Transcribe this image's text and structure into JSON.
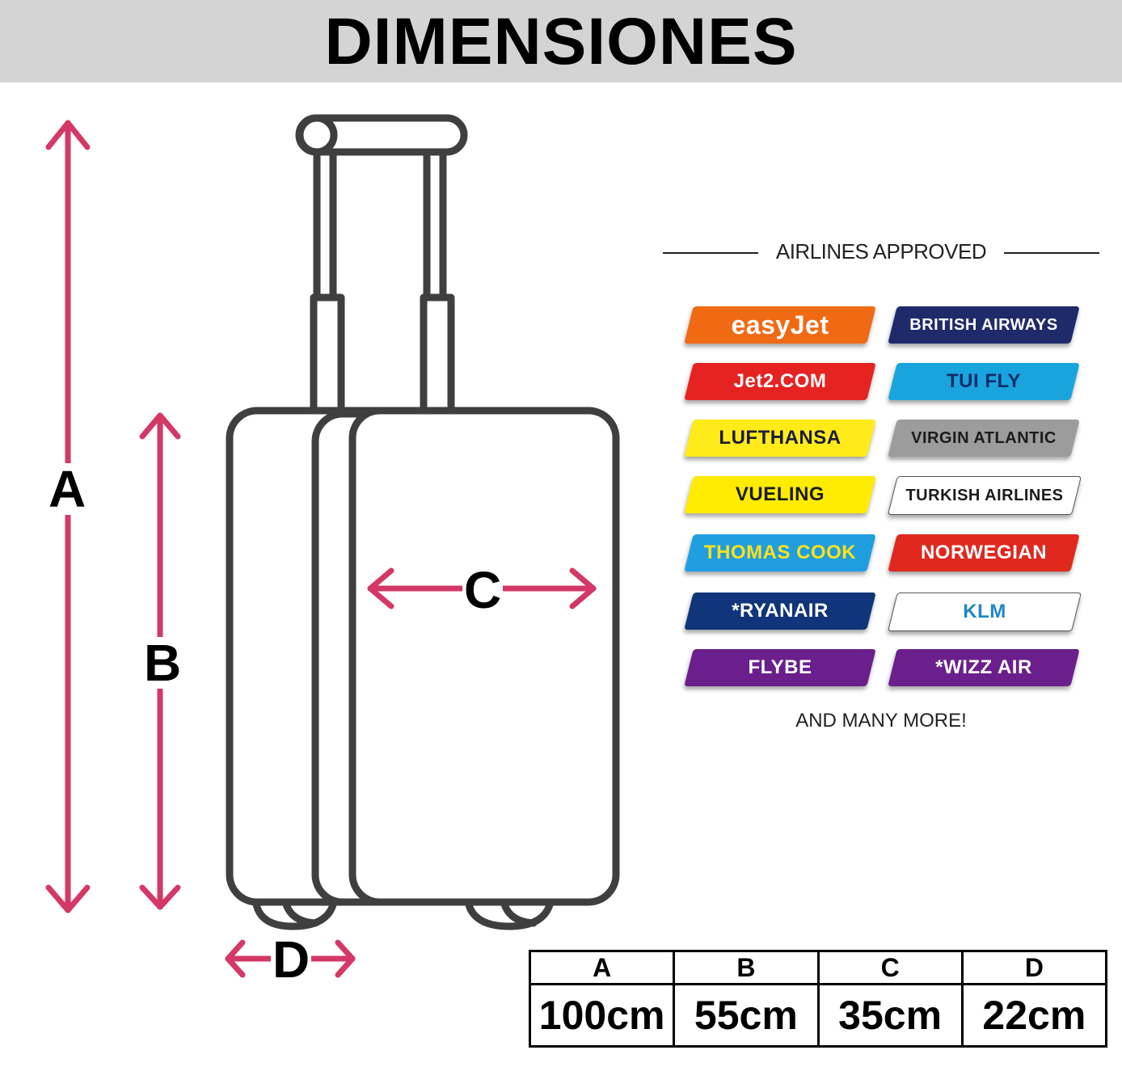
{
  "title": "DIMENSIONES",
  "dimension_labels": {
    "a": "A",
    "b": "B",
    "c": "C",
    "d": "D"
  },
  "accent_color": "#d33866",
  "airlines": {
    "heading": "AIRLINES APPROVED",
    "footer": "AND MANY MORE!",
    "items": [
      {
        "label": "easyJet",
        "bg": "#f06a14",
        "fg": "#ffffff"
      },
      {
        "label": "BRITISH AIRWAYS",
        "bg": "#1f2a6b",
        "fg": "#ffffff"
      },
      {
        "label": "Jet2.COM",
        "bg": "#e52321",
        "fg": "#ffffff"
      },
      {
        "label": "TUI FLY",
        "bg": "#19a4de",
        "fg": "#0f2d6b"
      },
      {
        "label": "LUFTHANSA",
        "bg": "#ffeb1a",
        "fg": "#1b1b3a"
      },
      {
        "label": "VIRGIN ATLANTIC",
        "bg": "#9c9c9c",
        "fg": "#1b1b1b"
      },
      {
        "label": "VUELING",
        "bg": "#ffec00",
        "fg": "#1b1b1b"
      },
      {
        "label": "TURKISH AIRLINES",
        "bg": "#ffffff",
        "fg": "#1b1b1b"
      },
      {
        "label": "THOMAS COOK",
        "bg": "#1f9ee0",
        "fg": "#ffe11a"
      },
      {
        "label": "NORWEGIAN",
        "bg": "#e0281f",
        "fg": "#ffffff"
      },
      {
        "label": "*RYANAIR",
        "bg": "#10357a",
        "fg": "#ffffff"
      },
      {
        "label": "KLM",
        "bg": "#ffffff",
        "fg": "#1e87c7"
      },
      {
        "label": "FLYBE",
        "bg": "#6a1f8c",
        "fg": "#ffffff"
      },
      {
        "label": "*WIZZ AIR",
        "bg": "#6a1f8c",
        "fg": "#ffffff"
      }
    ]
  },
  "table": {
    "headers": [
      "A",
      "B",
      "C",
      "D"
    ],
    "values": [
      "100cm",
      "55cm",
      "35cm",
      "22cm"
    ]
  }
}
